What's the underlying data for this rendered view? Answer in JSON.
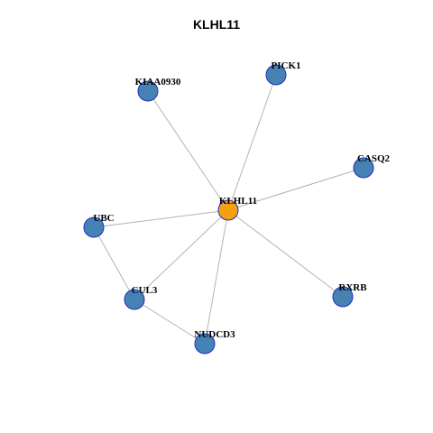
{
  "title": "KLHL11",
  "colors": {
    "center_node": "#f5a010",
    "node": "#4682b4",
    "node_border": "#1f2fbf",
    "edge": "#b3b3b3"
  },
  "nodes": [
    {
      "id": "KLHL11",
      "label": "KLHL11",
      "role": "center"
    },
    {
      "id": "PICK1",
      "label": "PICK1",
      "role": "neighbor"
    },
    {
      "id": "KIAA0930",
      "label": "KIAA0930",
      "role": "neighbor"
    },
    {
      "id": "CASQ2",
      "label": "CASQ2",
      "role": "neighbor"
    },
    {
      "id": "UBC",
      "label": "UBC",
      "role": "neighbor"
    },
    {
      "id": "CUL3",
      "label": "CUL3",
      "role": "neighbor"
    },
    {
      "id": "RXRB",
      "label": "RXRB",
      "role": "neighbor"
    },
    {
      "id": "NUDCD3",
      "label": "NUDCD3",
      "role": "neighbor"
    }
  ],
  "edges": [
    [
      "KLHL11",
      "PICK1"
    ],
    [
      "KLHL11",
      "KIAA0930"
    ],
    [
      "KLHL11",
      "CASQ2"
    ],
    [
      "KLHL11",
      "UBC"
    ],
    [
      "KLHL11",
      "CUL3"
    ],
    [
      "KLHL11",
      "RXRB"
    ],
    [
      "KLHL11",
      "NUDCD3"
    ],
    [
      "UBC",
      "CUL3"
    ],
    [
      "CUL3",
      "NUDCD3"
    ]
  ]
}
